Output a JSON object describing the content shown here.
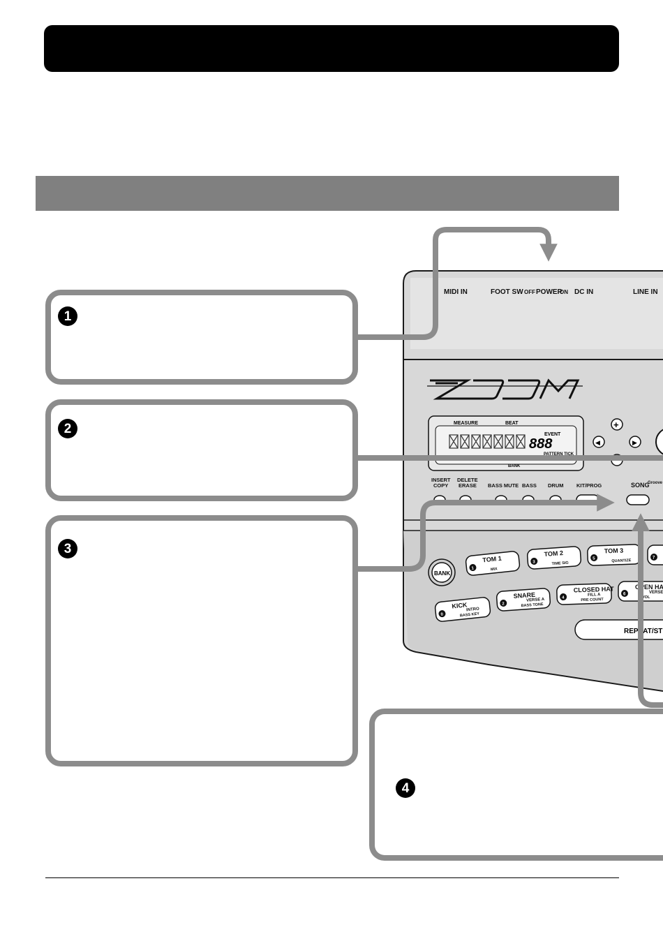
{
  "steps": [
    "1",
    "2",
    "3",
    "4"
  ],
  "device": {
    "rear_panel": {
      "midi_in": "MIDI IN",
      "foot_sw": "FOOT SW",
      "off": "OFF",
      "power": "POWER",
      "on": "ON",
      "dc_in": "DC IN",
      "line_in": "LINE IN"
    },
    "logo": "ZOOM",
    "display": {
      "measure": "MEASURE",
      "beat": "BEAT",
      "event": "EVENT",
      "segments": "888",
      "pattern_tick": "PATTERN TICK",
      "bank": "BANK"
    },
    "cursor_keys": {
      "plus": "+",
      "left": "◀",
      "right": "▶"
    },
    "buttons": {
      "insert": "INSERT",
      "copy": "COPY",
      "delete": "DELETE",
      "erase": "ERASE",
      "bass_mute": "BASS MUTE",
      "bass": "BASS",
      "drum": "DRUM",
      "kit_prog": "KIT/PROG",
      "song": "SONG",
      "groove": "Groove",
      "bank": "BANK",
      "repeat_step": "REPEAT/STEP"
    },
    "pads": [
      {
        "number": "1",
        "label": "TOM 1",
        "sub": "MIX",
        "extra": ""
      },
      {
        "number": "3",
        "label": "TOM 2",
        "sub": "TIME SIG",
        "extra": ""
      },
      {
        "number": "5",
        "label": "TOM 3",
        "sub": "QUANTIZE",
        "extra": ""
      },
      {
        "number": "7",
        "label": "",
        "sub": "",
        "extra": ""
      },
      {
        "number": "0",
        "label": "KICK",
        "sub": "BASS KEY",
        "extra": "INTRO"
      },
      {
        "number": "2",
        "label": "SNARE",
        "sub": "BASS TONE",
        "extra": "VERSE A"
      },
      {
        "number": "4",
        "label": "CLOSED HAT",
        "sub": "PRE COUNT",
        "extra": "FILL A"
      },
      {
        "number": "6",
        "label": "OPEN HAT",
        "sub": "VOL",
        "extra": "VERSE"
      }
    ]
  }
}
